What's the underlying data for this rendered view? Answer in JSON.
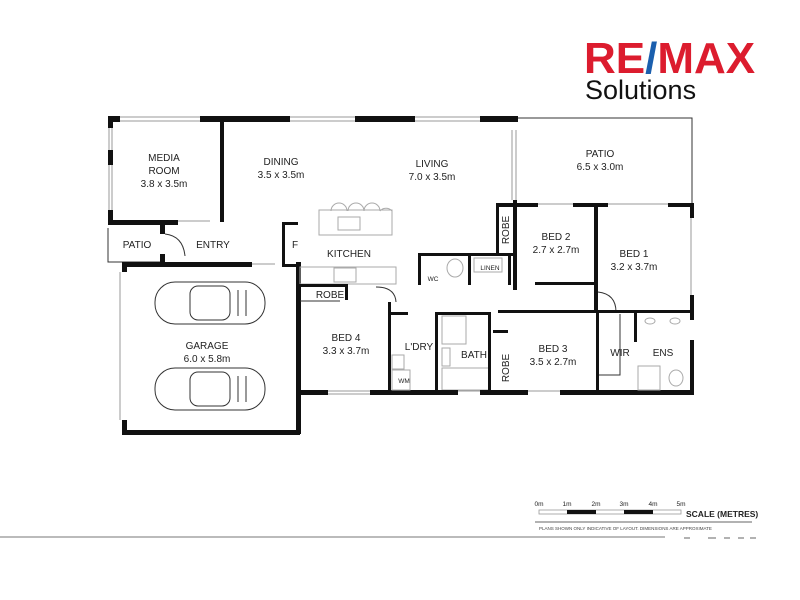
{
  "logo": {
    "brand": "RE/MAX",
    "office": "Solutions",
    "colors": {
      "red": "#dc1c2e",
      "blue": "#1b5fae"
    }
  },
  "rooms": {
    "media": {
      "name1": "MEDIA",
      "name2": "ROOM",
      "size": "3.8 x 3.5m"
    },
    "dining": {
      "name": "DINING",
      "size": "3.5 x 3.5m"
    },
    "living": {
      "name": "LIVING",
      "size": "7.0 x 3.5m"
    },
    "patio_rear": {
      "name": "PATIO",
      "size": "6.5 x 3.0m"
    },
    "patio_front": {
      "name": "PATIO"
    },
    "entry": {
      "name": "ENTRY"
    },
    "fridge": {
      "name": "F"
    },
    "kitchen": {
      "name": "KITCHEN"
    },
    "robe4": {
      "name": "ROBE"
    },
    "bed4": {
      "name": "BED 4",
      "size": "3.3 x 3.7m"
    },
    "garage": {
      "name": "GARAGE",
      "size": "6.0 x 5.8m"
    },
    "laundry": {
      "name": "L'DRY"
    },
    "wm": {
      "name": "WM"
    },
    "bath": {
      "name": "BATH"
    },
    "wc": {
      "name": "WC"
    },
    "linen": {
      "name": "LINEN"
    },
    "robe2": {
      "name": "ROBE"
    },
    "robe3": {
      "name": "ROBE"
    },
    "bed2": {
      "name": "BED 2",
      "size": "2.7 x 2.7m"
    },
    "bed1": {
      "name": "BED 1",
      "size": "3.2 x 3.7m"
    },
    "bed3": {
      "name": "BED 3",
      "size": "3.5 x 2.7m"
    },
    "wir": {
      "name": "WIR"
    },
    "ens": {
      "name": "ENS"
    }
  },
  "scale": {
    "title": "SCALE (METRES)",
    "ticks": [
      "0m",
      "1m",
      "2m",
      "3m",
      "4m",
      "5m"
    ],
    "disclaimer": "PLANS SHOWN ONLY INDICATIVE OF LAYOUT.  DIMENSIONS ARE APPROXIMATE"
  }
}
